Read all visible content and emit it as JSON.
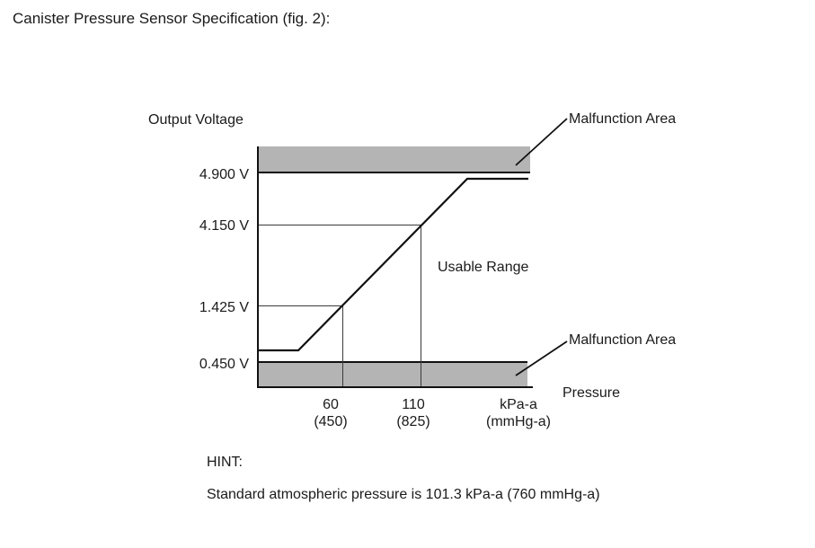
{
  "title": "Canister Pressure Sensor Specification (fig. 2):",
  "colors": {
    "malfunction_band": "#b4b4b4",
    "line": "#111111",
    "text": "#1a1a1a",
    "background": "#ffffff"
  },
  "chart": {
    "y_axis_title": "Output Voltage",
    "x_axis_title": "Pressure",
    "y_tick_labels": [
      "4.900 V",
      "4.150 V",
      "1.425 V",
      "0.450 V"
    ],
    "x_ticks": [
      {
        "line1": "60",
        "line2": "(450)"
      },
      {
        "line1": "110",
        "line2": "(825)"
      },
      {
        "line1": "kPa-a",
        "line2": "(mmHg-a)"
      }
    ],
    "annotations": {
      "malfunction_top": "Malfunction Area",
      "malfunction_bottom": "Malfunction Area",
      "usable_range": "Usable Range"
    }
  },
  "hint": {
    "heading": "HINT:",
    "text": "Standard atmospheric pressure is 101.3 kPa-a (760 mmHg-a)"
  },
  "chart_data": {
    "type": "line",
    "title": "Canister Pressure Sensor Specification (fig. 2)",
    "xlabel": "Pressure",
    "ylabel": "Output Voltage",
    "x_units": "kPa-a (mmHg-a)",
    "x_ticks": [
      {
        "kPa_a": 60,
        "mmHg_a": 450
      },
      {
        "kPa_a": 110,
        "mmHg_a": 825
      }
    ],
    "y_ticks_volts": [
      4.9,
      4.15,
      1.425,
      0.45
    ],
    "series": [
      {
        "name": "Sensor output voltage vs pressure",
        "points": [
          {
            "pressure_kPa_a": 60,
            "pressure_mmHg_a": 450,
            "output_v": 1.425
          },
          {
            "pressure_kPa_a": 110,
            "pressure_mmHg_a": 825,
            "output_v": 4.15
          }
        ],
        "shape": "flat near low clip, linear rise between ticks, flat near high clip"
      }
    ],
    "clip_levels_v": {
      "low": 0.45,
      "high": 4.9
    },
    "regions": [
      {
        "label": "Malfunction Area",
        "location": "above 4.900 V"
      },
      {
        "label": "Usable Range",
        "location": "between 0.450 V and 4.900 V"
      },
      {
        "label": "Malfunction Area",
        "location": "below 0.450 V"
      }
    ],
    "grid": false,
    "legend": false
  }
}
